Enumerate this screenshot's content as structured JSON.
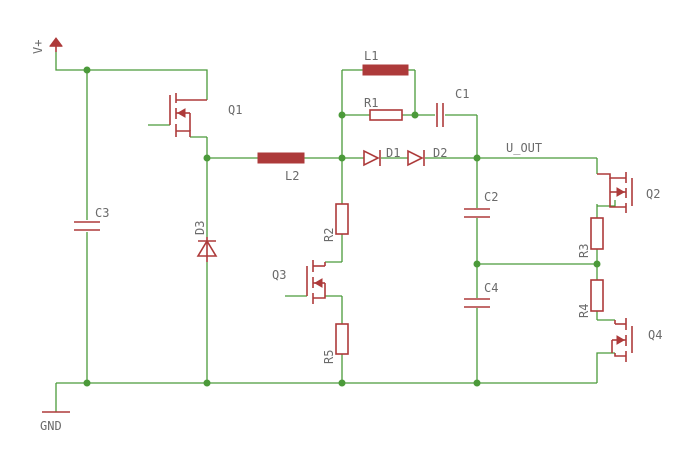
{
  "net_labels": {
    "vplus": "V+",
    "gnd": "GND",
    "vout": "U_OUT"
  },
  "components": {
    "q1": "Q1",
    "q2": "Q2",
    "q3": "Q3",
    "q4": "Q4",
    "l1": "L1",
    "l2": "L2",
    "r1": "R1",
    "r2": "R2",
    "r3": "R3",
    "r4": "R4",
    "r5": "R5",
    "c1": "C1",
    "c2": "C2",
    "c3": "C3",
    "c4": "C4",
    "d1": "D1",
    "d2": "D2",
    "d3": "D3"
  },
  "colors": {
    "wire": "#4b9a3a",
    "component": "#ad3a3a",
    "label": "#6b6b6b",
    "background": "#ffffff"
  }
}
